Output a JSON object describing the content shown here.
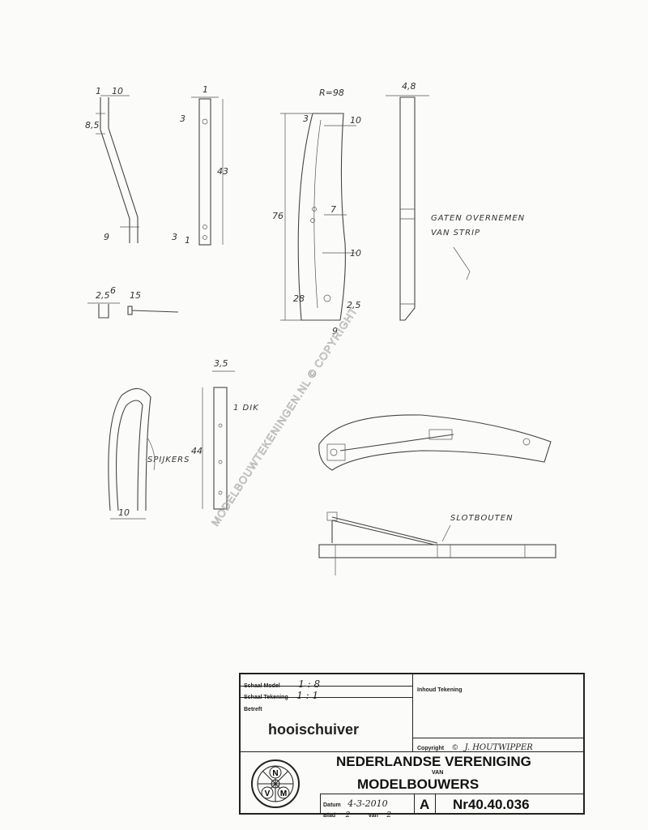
{
  "drawing": {
    "dims": {
      "d1": "1",
      "d10a": "10",
      "d85": "8,5",
      "d9a": "9",
      "d1b": "1",
      "d3a": "3",
      "d43": "43",
      "d3b": "3",
      "d1c": "1",
      "r": "R=98",
      "d3c": "3",
      "d10b": "10",
      "d76": "76",
      "d7": "7",
      "d10c": "10",
      "d28": "28",
      "d25a": "2,5",
      "d9b": "9",
      "d48": "4,8",
      "d25b": "2,5",
      "d6": "6",
      "d15": "15",
      "d35": "3,5",
      "d44": "44",
      "d10d": "10"
    },
    "notes": {
      "gaten": "GATEN OVERNEMEN",
      "strip": "VAN STRIP",
      "spijkers": "SPIJKERS",
      "dik": "1 DIK",
      "slotbouten": "SLOTBOUTEN"
    },
    "watermark": "MODELBOUWTEKENINGEN.NL © COPYRIGHT"
  },
  "title_block": {
    "schaal_model_label": "Schaal Model",
    "schaal_model_value": "1 : 8",
    "schaal_tekening_label": "Schaal Tekening",
    "schaal_tekening_value": "1 : 1",
    "betreft_label": "Betreft",
    "betreft_value": "hooischuiver",
    "inhoud_label": "Inhoud Tekening",
    "copyright_label": "Copyright",
    "copyright_symbol": "©",
    "copyright_value": "J. HOUTWIPPER",
    "org_line1": "NEDERLANDSE VERENIGING",
    "org_line2": "VAN",
    "org_line3": "MODELBOUWERS",
    "logo_letters": [
      "N",
      "V",
      "M"
    ],
    "datum_label": "Datum",
    "datum_value": "4-3-2010",
    "blad_label": "Blad",
    "blad_value": "2",
    "van_label": "van",
    "van_value": "2",
    "size": "A",
    "nr": "Nr40.40.036"
  }
}
